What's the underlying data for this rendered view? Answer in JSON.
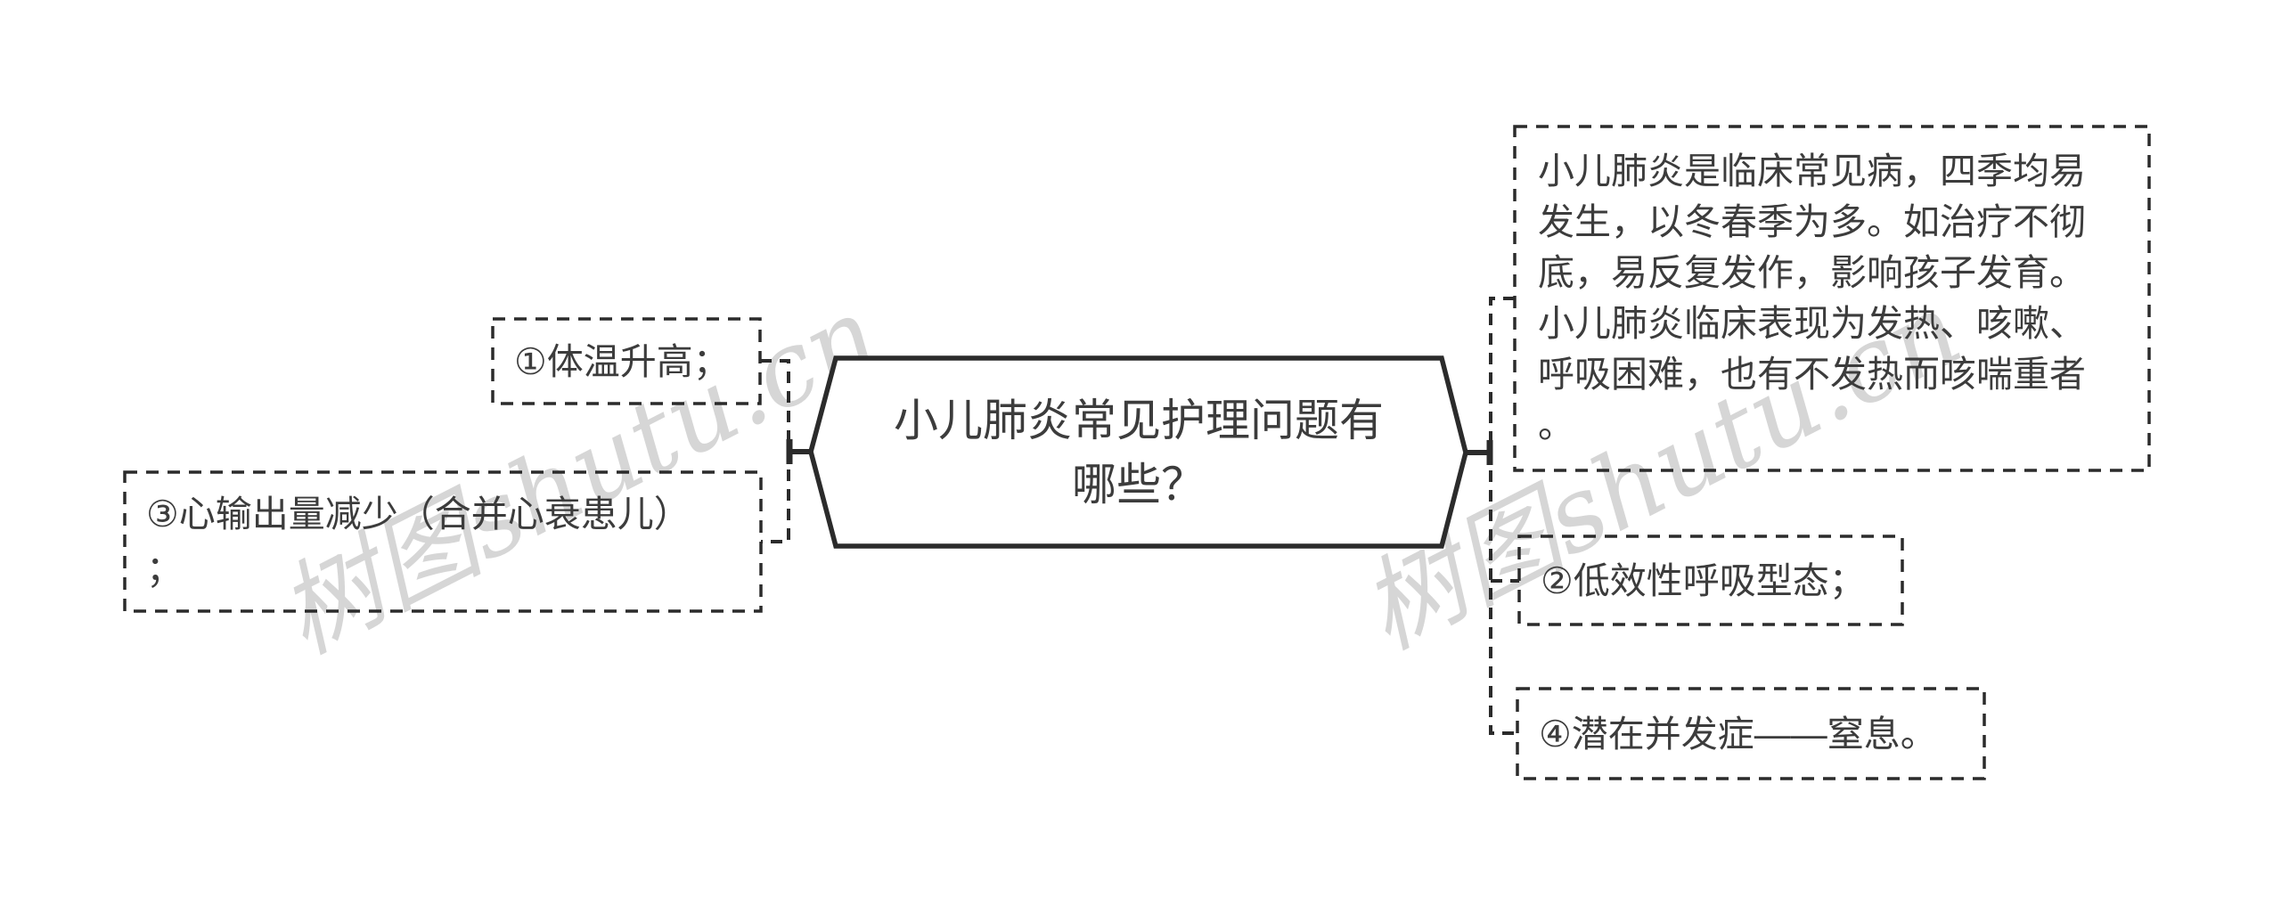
{
  "app": {
    "watermark": "树图shutu.cn"
  },
  "mindmap": {
    "central_topic": "小儿肺炎常见护理问题有\n哪些？",
    "note": "小儿肺炎是临床常见病，四季均易\n发生，以冬春季为多。如治疗不彻\n底，易反复发作，影响孩子发育。\n小儿肺炎临床表现为发热、咳嗽、\n呼吸困难，也有不发热而咳喘重者\n。",
    "branches": [
      {
        "side": "left",
        "text": "①体温升高；"
      },
      {
        "side": "right",
        "text": "②低效性呼吸型态；"
      },
      {
        "side": "left",
        "text": "③心输出量减少（合并心衰患儿）\n；"
      },
      {
        "side": "right",
        "text": "④潜在并发症——窒息。"
      }
    ],
    "colors": {
      "background": "#ffffff",
      "line": "#2b2b2b",
      "text": "#3c3c3c",
      "watermark": "#d6d6d6"
    }
  }
}
